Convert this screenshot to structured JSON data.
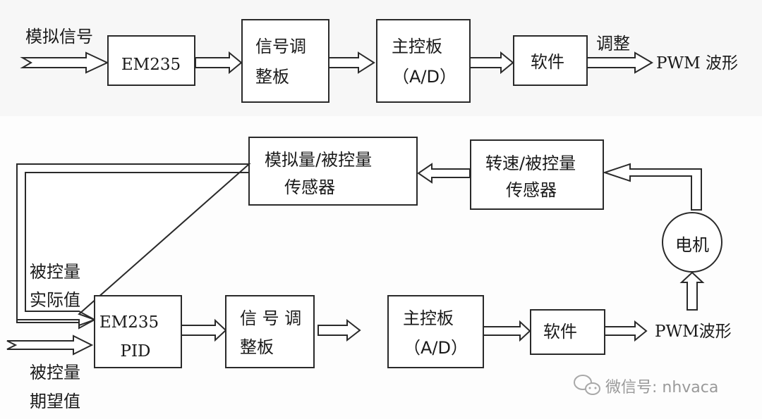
{
  "top_diagram": {
    "input_label": "模拟信号",
    "blocks": {
      "em235": [
        "EM235"
      ],
      "signal_board": [
        "信号调",
        "整板"
      ],
      "main_board": [
        "主控板",
        "（A/D）"
      ],
      "software": [
        "软件"
      ]
    },
    "adjust_label": "调整",
    "output_label": "PWM 波形"
  },
  "bottom_diagram": {
    "feedback_sensor_left": [
      "模拟量/被控量",
      "传感器"
    ],
    "feedback_sensor_right": [
      "转速/被控量",
      "传感器"
    ],
    "motor": "电机",
    "actual_value_label": [
      "被控量",
      "实际值"
    ],
    "desired_value_label": [
      "被控量",
      "期望值"
    ],
    "blocks": {
      "em235_pid": [
        "EM235",
        "PID"
      ],
      "signal_board": [
        "信 号 调",
        "整板"
      ],
      "main_board": [
        "主控板",
        "（A/D）"
      ],
      "software": [
        "软件"
      ]
    },
    "output_label": "PWM波形"
  },
  "watermark": {
    "icon": "wechat-icon",
    "text": "微信号: nhvaca"
  }
}
